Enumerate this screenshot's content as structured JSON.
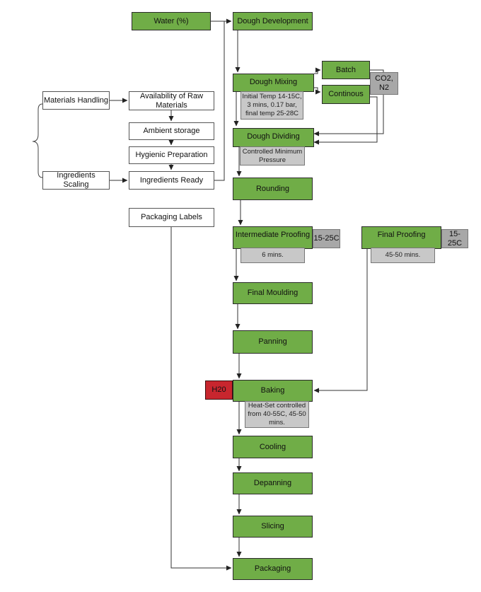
{
  "nodes": {
    "water": "Water  (%)",
    "dough_development": "Dough Development",
    "dough_mixing": "Dough Mixing",
    "batch": "Batch",
    "continuous": "Continous",
    "co2_n2": "CO2, N2",
    "mixing_note": "Initial Temp 14-15C, 3 mins, 0.17 bar, final temp 25-28C",
    "dough_dividing": "Dough Dividing",
    "dividing_note": "Controlled Minimum Pressure",
    "rounding": "Rounding",
    "intermediate_proofing": "Intermediate Proofing",
    "intermediate_temp": "15-25C",
    "intermediate_note": "6 mins.",
    "final_proofing": "Final Proofing",
    "final_temp": "15-25C",
    "final_note": "45-50 mins.",
    "final_moulding": "Final Moulding",
    "panning": "Panning",
    "h2o": "H20",
    "baking": "Baking",
    "baking_note": "Heat-Set controlled from 40-55C, 45-50 mins.",
    "cooling": "Cooling",
    "depanning": "Depanning",
    "slicing": "Slicing",
    "packaging": "Packaging",
    "materials_handling": "Materials Handling",
    "ingredients_scaling": "Ingredients Scaling",
    "availability": "Availability of Raw Materials",
    "ambient_storage": "Ambient storage",
    "hygienic_preparation": "Hygienic Preparation",
    "ingredients_ready": "Ingredients Ready",
    "packaging_labels": "Packaging Labels"
  },
  "colors": {
    "process_green": "#70ad47",
    "note_grey": "#c8c8c8",
    "gas_grey": "#a8a8a8",
    "water_red": "#c8262e",
    "line": "#333333"
  }
}
